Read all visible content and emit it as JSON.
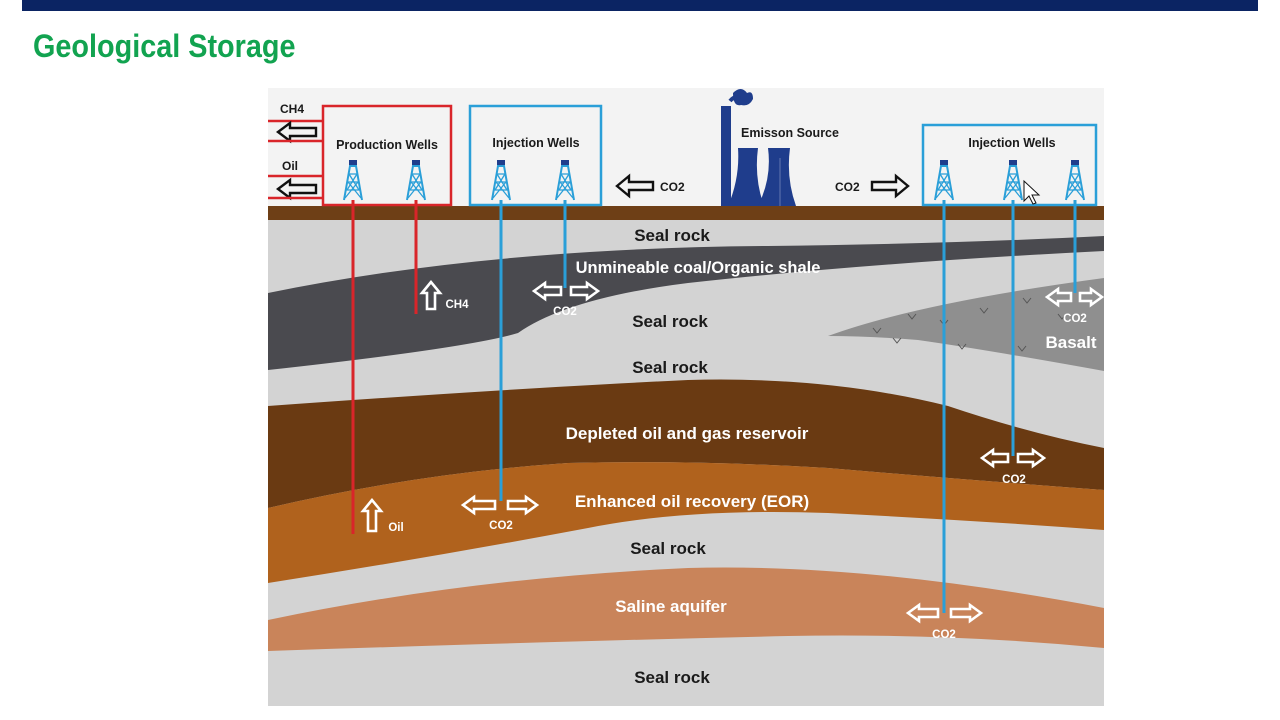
{
  "slide": {
    "title": "Geological Storage"
  },
  "colors": {
    "topbar": "#0b2463",
    "title": "#12a350",
    "production": "#d9252a",
    "injection": "#2a9fd8",
    "plant": "#1f3d8c"
  },
  "labels": {
    "ch4_top": "CH4",
    "oil_top": "Oil",
    "production_wells": "Production Wells",
    "injection_wells_left": "Injection Wells",
    "injection_wells_right": "Injection Wells",
    "emission_source": "Emisson Source",
    "co2_left_arrow": "CO2",
    "co2_right_arrow": "CO2"
  },
  "layers": {
    "seal_1": "Seal rock",
    "coal": "Unmineable coal/Organic shale",
    "seal_2": "Seal rock",
    "seal_3": "Seal rock",
    "depleted": "Depleted oil and gas reservoir",
    "eor": "Enhanced oil recovery (EOR)",
    "seal_4": "Seal rock",
    "saline": "Saline aquifer",
    "seal_5": "Seal rock",
    "basalt": "Basalt"
  },
  "flows": {
    "ch4": "CH4",
    "oil": "Oil",
    "co2_coal": "CO2",
    "co2_basalt": "CO2",
    "co2_depleted": "CO2",
    "co2_eor": "CO2",
    "co2_saline": "CO2"
  }
}
